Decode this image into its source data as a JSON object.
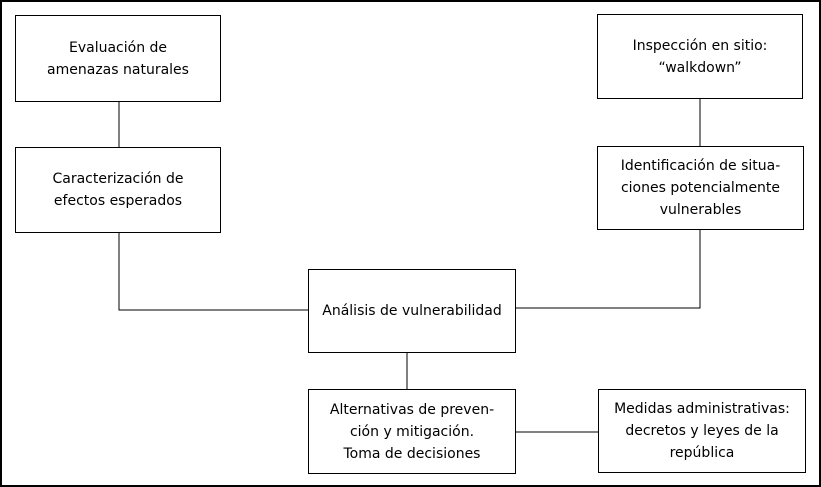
{
  "nodes": {
    "evaluacion": "Evaluación de\namenazas naturales",
    "caracterizacion": "Caracterización de\nefectos esperados",
    "inspeccion": "Inspección en sitio:\n“walkdown”",
    "identificacion": "Identificación de situa-\nciones potencialmente\nvulnerables",
    "analisis": "Análisis de vulnerabilidad",
    "alternativas": "Alternativas de preven-\nción y mitigación.\nToma de decisiones",
    "medidas": "Medidas administrativas:\ndecretos y leyes de la\nrepública"
  },
  "colors": {
    "line": "#000000",
    "box_border": "#000000",
    "background": "#ffffff"
  }
}
